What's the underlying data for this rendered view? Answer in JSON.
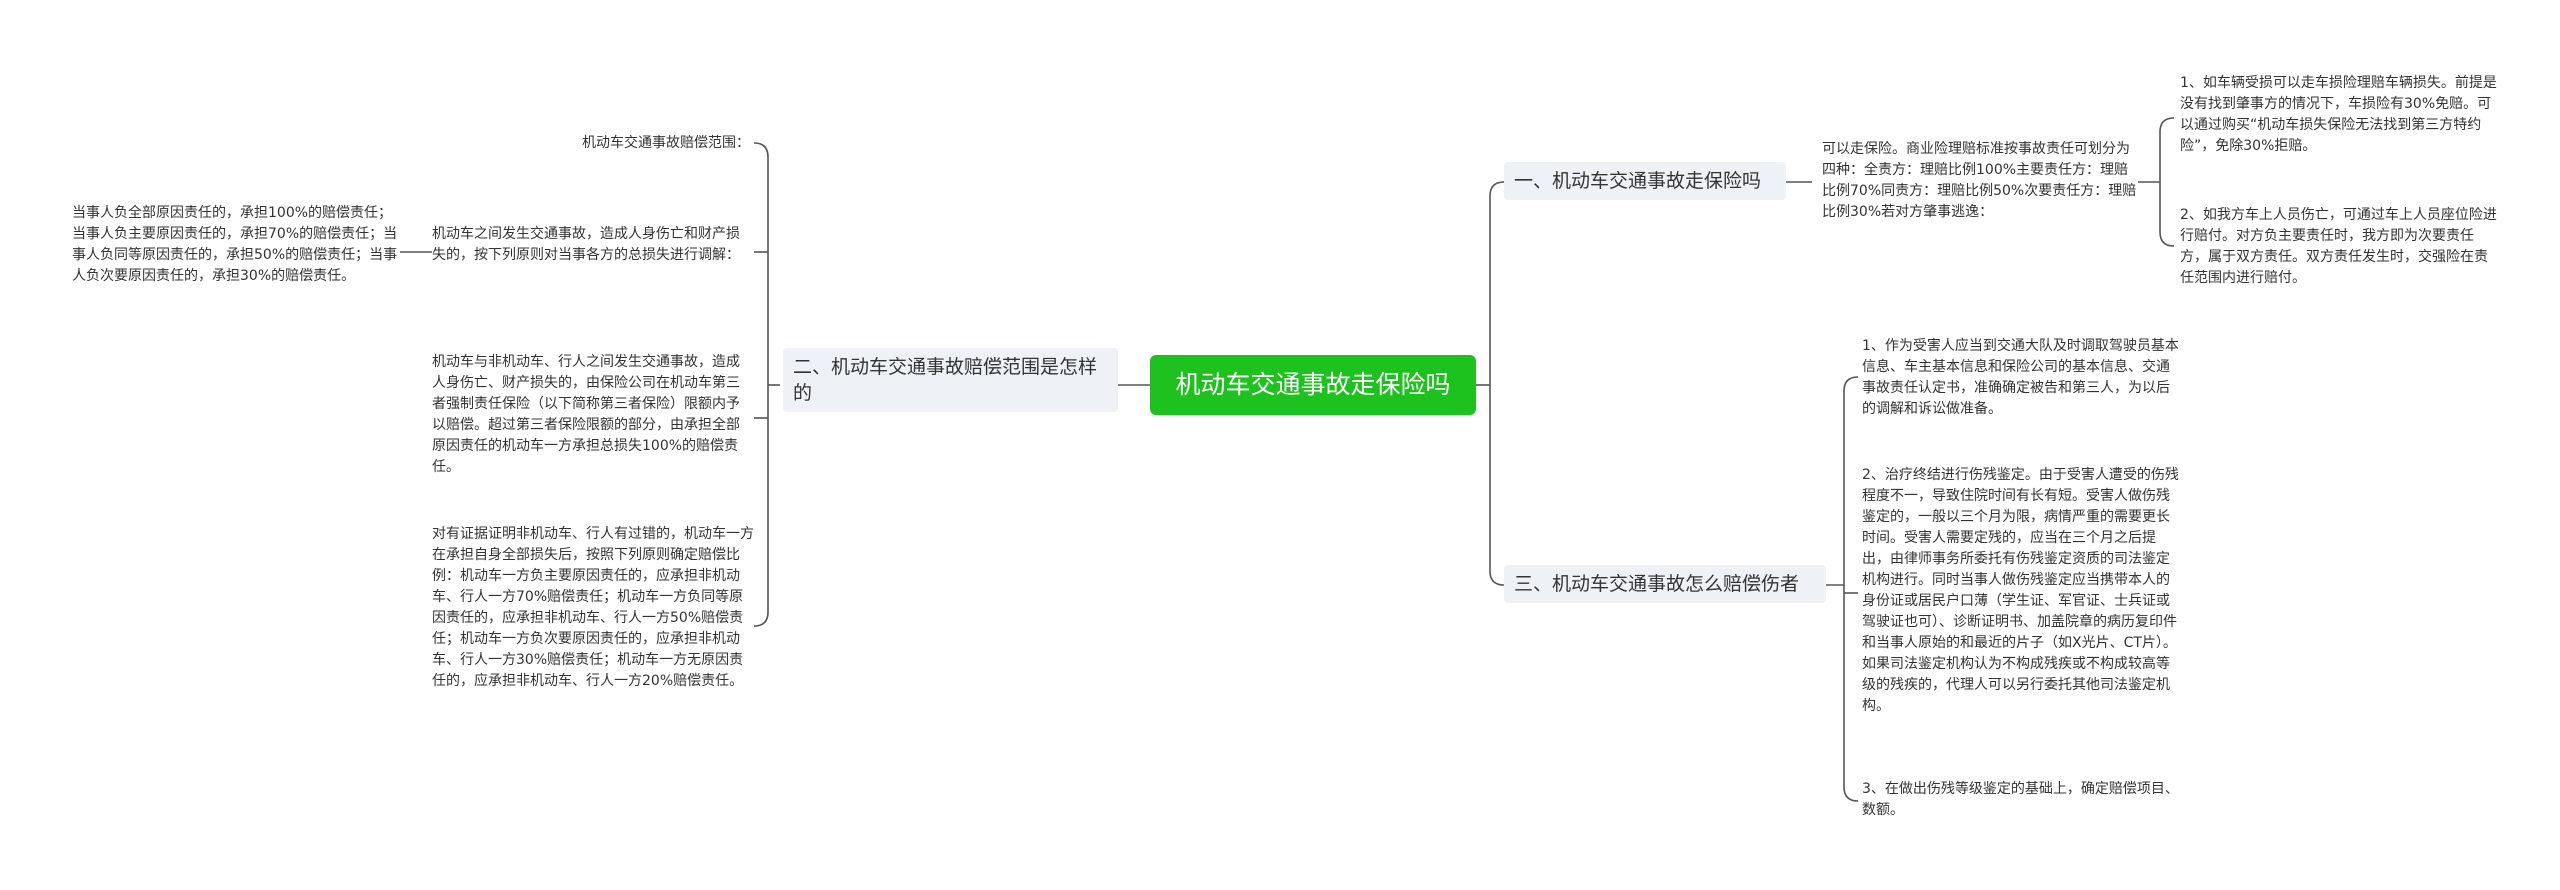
{
  "root": {
    "label": "机动车交通事故走保险吗"
  },
  "left": {
    "branch2": {
      "label": "二、机动车交通事故赔偿范围是怎样的"
    },
    "range_title": "机动车交通事故赔偿范围：",
    "motor_vs_motor": "机动车之间发生交通事故，造成人身伤亡和财产损失的，按下列原则对当事各方的总损失进行调解：",
    "motor_vs_motor_detail": "当事人负全部原因责任的，承担100%的赔偿责任；当事人负主要原因责任的，承担70%的赔偿责任；当事人负同等原因责任的，承担50%的赔偿责任；当事人负次要原因责任的，承担30%的赔偿责任。",
    "motor_vs_nonmotor": "机动车与非机动车、行人之间发生交通事故，造成人身伤亡、财产损失的，由保险公司在机动车第三者强制责任保险（以下简称第三者保险）限额内予以赔偿。超过第三者保险限额的部分，由承担全部原因责任的机动车一方承担总损失100%的赔偿责任。",
    "evidence_case": "对有证据证明非机动车、行人有过错的，机动车一方在承担自身全部损失后，按照下列原则确定赔偿比例：机动车一方负主要原因责任的，应承担非机动车、行人一方70%赔偿责任；机动车一方负同等原因责任的，应承担非机动车、行人一方50%赔偿责任；机动车一方负次要原因责任的，应承担非机动车、行人一方30%赔偿责任；机动车一方无原因责任的，应承担非机动车、行人一方20%赔偿责任。"
  },
  "right": {
    "branch1": {
      "label": "一、机动车交通事故走保险吗",
      "detail": "可以走保险。商业险理赔标准按事故责任可划分为四种：全责方：理赔比例100%主要责任方：理赔比例70%同责方：理赔比例50%次要责任方：理赔比例30%若对方肇事逃逸：",
      "items": [
        "1、如车辆受损可以走车损险理赔车辆损失。前提是没有找到肇事方的情况下，车损险有30%免赔。可以通过购买“机动车损失保险无法找到第三方特约险”，免除30%拒赔。",
        "2、如我方车上人员伤亡，可通过车上人员座位险进行赔付。对方负主要责任时，我方即为次要责任方，属于双方责任。双方责任发生时，交强险在责任范围内进行赔付。"
      ]
    },
    "branch3": {
      "label": "三、机动车交通事故怎么赔偿伤者",
      "items": [
        "1、作为受害人应当到交通大队及时调取驾驶员基本信息、车主基本信息和保险公司的基本信息、交通事故责任认定书，准确确定被告和第三人，为以后的调解和诉讼做准备。",
        "2、治疗终结进行伤残鉴定。由于受害人遭受的伤残程度不一，导致住院时间有长有短。受害人做伤残鉴定的，一般以三个月为限，病情严重的需要更长时间。受害人需要定残的，应当在三个月之后提出，由律师事务所委托有伤残鉴定资质的司法鉴定机构进行。同时当事人做伤残鉴定应当携带本人的身份证或居民户口薄（学生证、军官证、士兵证或驾驶证也可）、诊断证明书、加盖院章的病历复印件和当事人原始的和最近的片子（如X光片、CT片）。如果司法鉴定机构认为不构成残疾或不构成较高等级的残疾的，代理人可以另行委托其他司法鉴定机构。",
        "3、在做出伤残等级鉴定的基础上，确定赔偿项目、数额。"
      ]
    }
  },
  "colors": {
    "root_bg": "#1ec21e",
    "branch_bg": "#eef1f5",
    "line": "#555555",
    "text": "#333333"
  }
}
